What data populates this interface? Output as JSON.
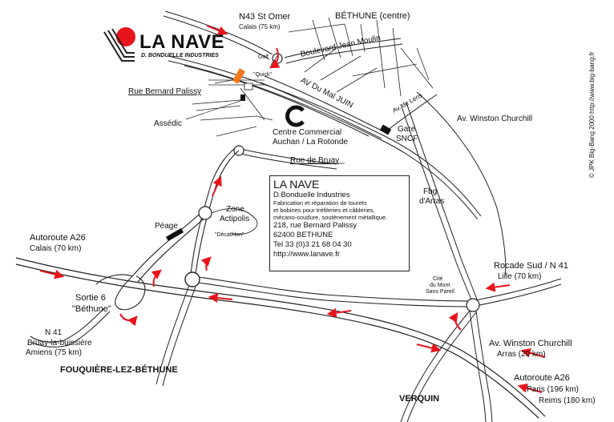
{
  "logo": {
    "name": "LA NAVE",
    "subtitle": "D. BONDUELLE INDUSTRIES"
  },
  "copyright": "© JPK Big-Bang 2000 http://www.big-bang.fr",
  "routes": {
    "n43": "N43 St Omer",
    "n43_sub": "Calais (75 km)",
    "bethune_centre": "BÉTHUNE (centre)",
    "golf": "Golf",
    "boulevard": "Boulevard Jean Moulin",
    "quick": "\"Quick\"",
    "av_juin": "AV Du Mal JUIN",
    "av_lens": "Av. de Lens",
    "rue_palissy": "Rue Bernard Palissy",
    "assedic": "Assédic",
    "centre_commercial": "Centre Commercial",
    "auchan": "Auchan / La Rotonde",
    "gare": "Gare",
    "sncf": "SNCF",
    "churchill_top": "Av. Winston Churchill",
    "rue_bruay": "Rue de Bruay",
    "fbg": "Fbg",
    "darras": "d'Arras",
    "zone": "Zone",
    "actipolis": "Actipolis",
    "decathlon": "\"Décathlon\"",
    "peage": "Péage",
    "a26": "Autoroute A26",
    "a26_sub": "Calais (70 km)",
    "rocade": "Rocade Sud / N 41",
    "lille": "Lille  (70 km)",
    "cite1": "Cité",
    "cite2": "du Mont",
    "cite3": "Sans Pareil",
    "sortie": "Sortie 6",
    "sortie_sub": "\"Béthune\"",
    "n41": "N 41",
    "bruay": "Bruay-la-buissière",
    "amiens": "Amiens (75 km)",
    "fouquiere": "FOUQUIÈRE-LEZ-BÉTHUNE",
    "churchill_bottom": "Av. Winston Churchill",
    "arras": "Arras  (20 km)",
    "a26_bottom": "Autoroute A26",
    "paris": "Paris  (196 km)",
    "reims": "Reims (180 km)",
    "verquin": "VERQUIN"
  },
  "info": {
    "title": "LA NAVE",
    "company": "D.Bonduelle Industries",
    "desc": [
      "Fabrication et réparation de tourets",
      "et bobines pour tréfileries et câbleries,",
      "mécano-soudure, soutènement métallique."
    ],
    "address": "218, rue Bernard Palissy",
    "city": "62400 BETHUNE",
    "tel": "Tel 33 (0)3 21 68 04 30",
    "url": "http://www.lanave.fr"
  },
  "colors": {
    "arrow": "#e8141c",
    "logo_dot": "#e8141c",
    "marker": "#f07a1e",
    "road": "#222222"
  }
}
